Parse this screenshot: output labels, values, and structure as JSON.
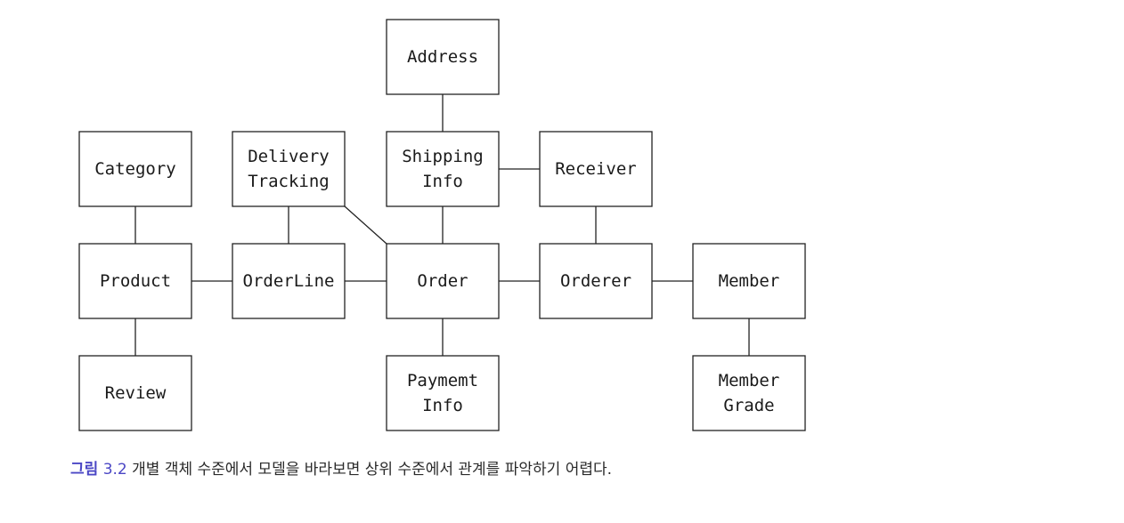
{
  "diagram": {
    "nodes": [
      {
        "id": "address",
        "lines": [
          "Address"
        ]
      },
      {
        "id": "category",
        "lines": [
          "Category"
        ]
      },
      {
        "id": "delivery-tracking",
        "lines": [
          "Delivery",
          "Tracking"
        ]
      },
      {
        "id": "shipping-info",
        "lines": [
          "Shipping",
          "Info"
        ]
      },
      {
        "id": "receiver",
        "lines": [
          "Receiver"
        ]
      },
      {
        "id": "product",
        "lines": [
          "Product"
        ]
      },
      {
        "id": "orderline",
        "lines": [
          "OrderLine"
        ]
      },
      {
        "id": "order",
        "lines": [
          "Order"
        ]
      },
      {
        "id": "orderer",
        "lines": [
          "Orderer"
        ]
      },
      {
        "id": "member",
        "lines": [
          "Member"
        ]
      },
      {
        "id": "review",
        "lines": [
          "Review"
        ]
      },
      {
        "id": "payment-info",
        "lines": [
          "Paymemt",
          "Info"
        ]
      },
      {
        "id": "member-grade",
        "lines": [
          "Member",
          "Grade"
        ]
      }
    ],
    "edges": [
      [
        "address",
        "shipping-info"
      ],
      [
        "shipping-info",
        "receiver"
      ],
      [
        "category",
        "product"
      ],
      [
        "delivery-tracking",
        "orderline"
      ],
      [
        "delivery-tracking",
        "order"
      ],
      [
        "shipping-info",
        "order"
      ],
      [
        "receiver",
        "orderer"
      ],
      [
        "product",
        "orderline"
      ],
      [
        "orderline",
        "order"
      ],
      [
        "order",
        "orderer"
      ],
      [
        "orderer",
        "member"
      ],
      [
        "product",
        "review"
      ],
      [
        "order",
        "payment-info"
      ],
      [
        "member",
        "member-grade"
      ]
    ]
  },
  "caption": {
    "label": "그림",
    "number": "3.2",
    "text": "개별 객체 수준에서 모델을 바라보면 상위 수준에서 관계를 파악하기 어렵다."
  }
}
